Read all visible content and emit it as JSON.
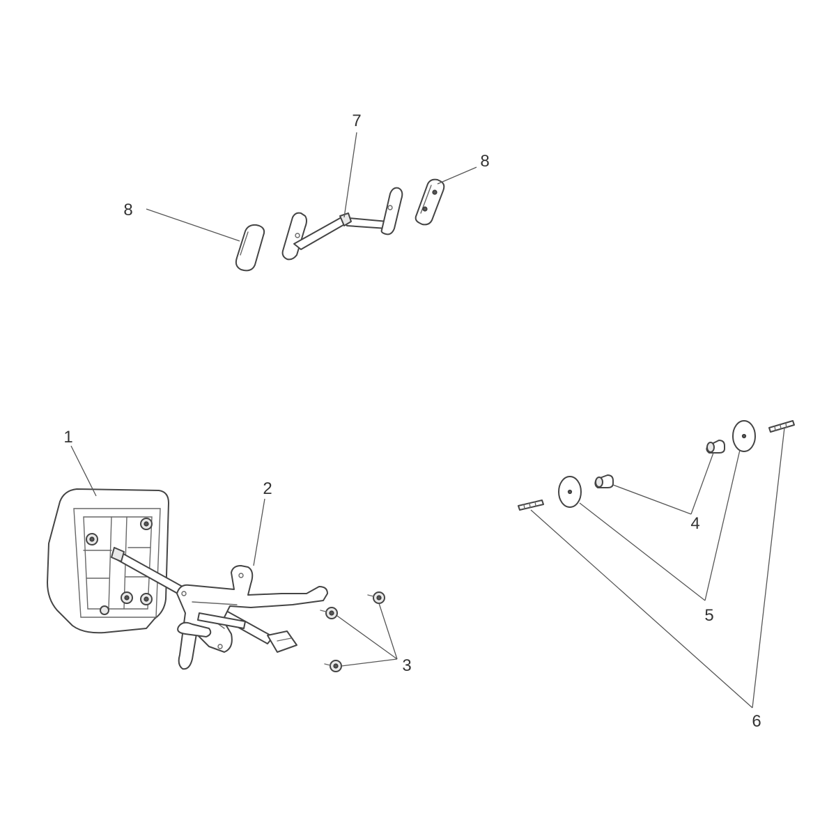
{
  "callouts": {
    "c1": "1",
    "c2": "2",
    "c3": "3",
    "c4": "4",
    "c5": "5",
    "c6": "6",
    "c7": "7",
    "c8_left": "8",
    "c8_right": "8"
  },
  "colors": {
    "line": "#444444",
    "label": "#333333",
    "background": "#ffffff"
  }
}
